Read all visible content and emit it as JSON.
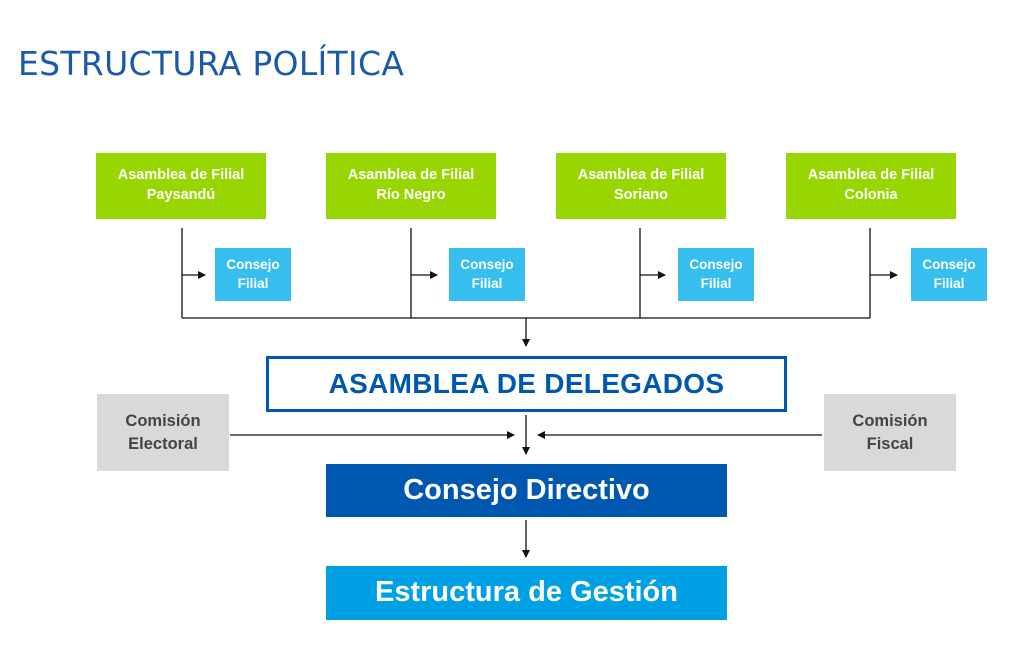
{
  "title": "ESTRUCTURA POLÍTICA",
  "filiales": [
    {
      "line1": "Asamblea de Filial",
      "line2": "Paysandú"
    },
    {
      "line1": "Asamblea de Filial",
      "line2": "Río Negro"
    },
    {
      "line1": "Asamblea de Filial",
      "line2": "Soriano"
    },
    {
      "line1": "Asamblea de Filial",
      "line2": "Colonia"
    }
  ],
  "consejo_filial": {
    "line1": "Consejo",
    "line2": "Filial"
  },
  "asamblea_delegados": "ASAMBLEA DE DELEGADOS",
  "comision_electoral": {
    "line1": "Comisión",
    "line2": "Electoral"
  },
  "comision_fiscal": {
    "line1": "Comisión",
    "line2": "Fiscal"
  },
  "consejo_directivo": "Consejo Directivo",
  "estructura_gestion": "Estructura de Gestión",
  "colors": {
    "filial": "#97d600",
    "consejo_filial": "#36bfee",
    "asamblea_border": "#0057b0",
    "consejo_directivo": "#0057b0",
    "estructura_gestion": "#00a0e4",
    "comision": "#d9d9d9",
    "title": "#1a5aa8"
  }
}
